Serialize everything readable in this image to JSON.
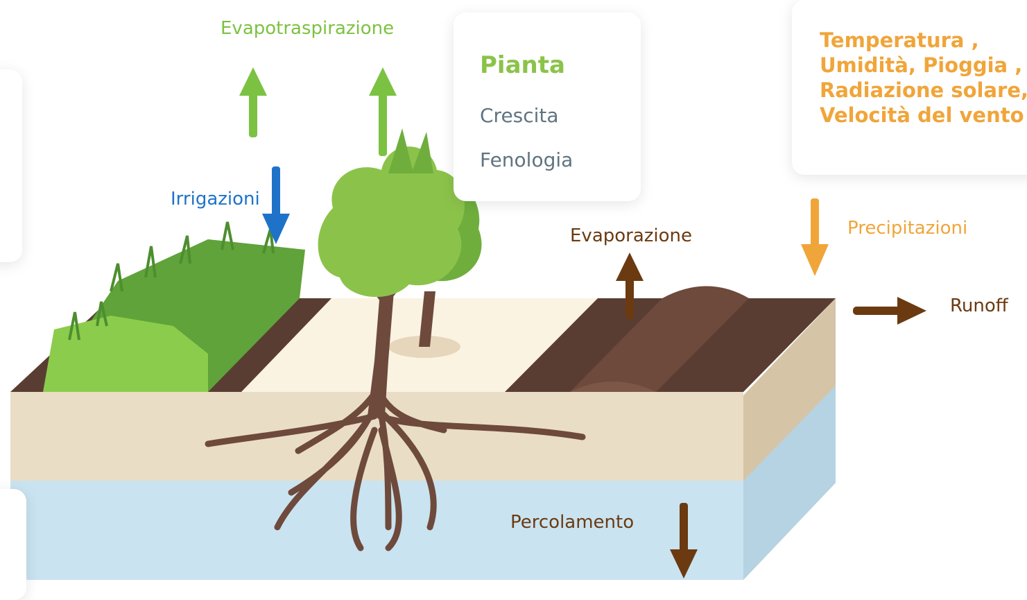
{
  "labels": {
    "evapotraspirazione": "Evapotraspirazione",
    "irrigazioni": "Irrigazioni",
    "evaporazione": "Evaporazione",
    "precipitazioni": "Precipitazioni",
    "runoff": "Runoff",
    "percolamento": "Percolamento"
  },
  "plant_card": {
    "title": "Pianta",
    "items": [
      "Crescita",
      "Fenologia"
    ]
  },
  "weather_card": {
    "text": "Temperatura , Umidità, Pioggia , Radiazione solare, Velocità del vento"
  },
  "colors": {
    "green": "#7cc242",
    "blue": "#1e73c8",
    "brown": "#6b3a10",
    "orange": "#f0a53a",
    "soil_top": "#5a3d32",
    "soil_side": "#eaddc5",
    "water": "#c9e3f1"
  }
}
